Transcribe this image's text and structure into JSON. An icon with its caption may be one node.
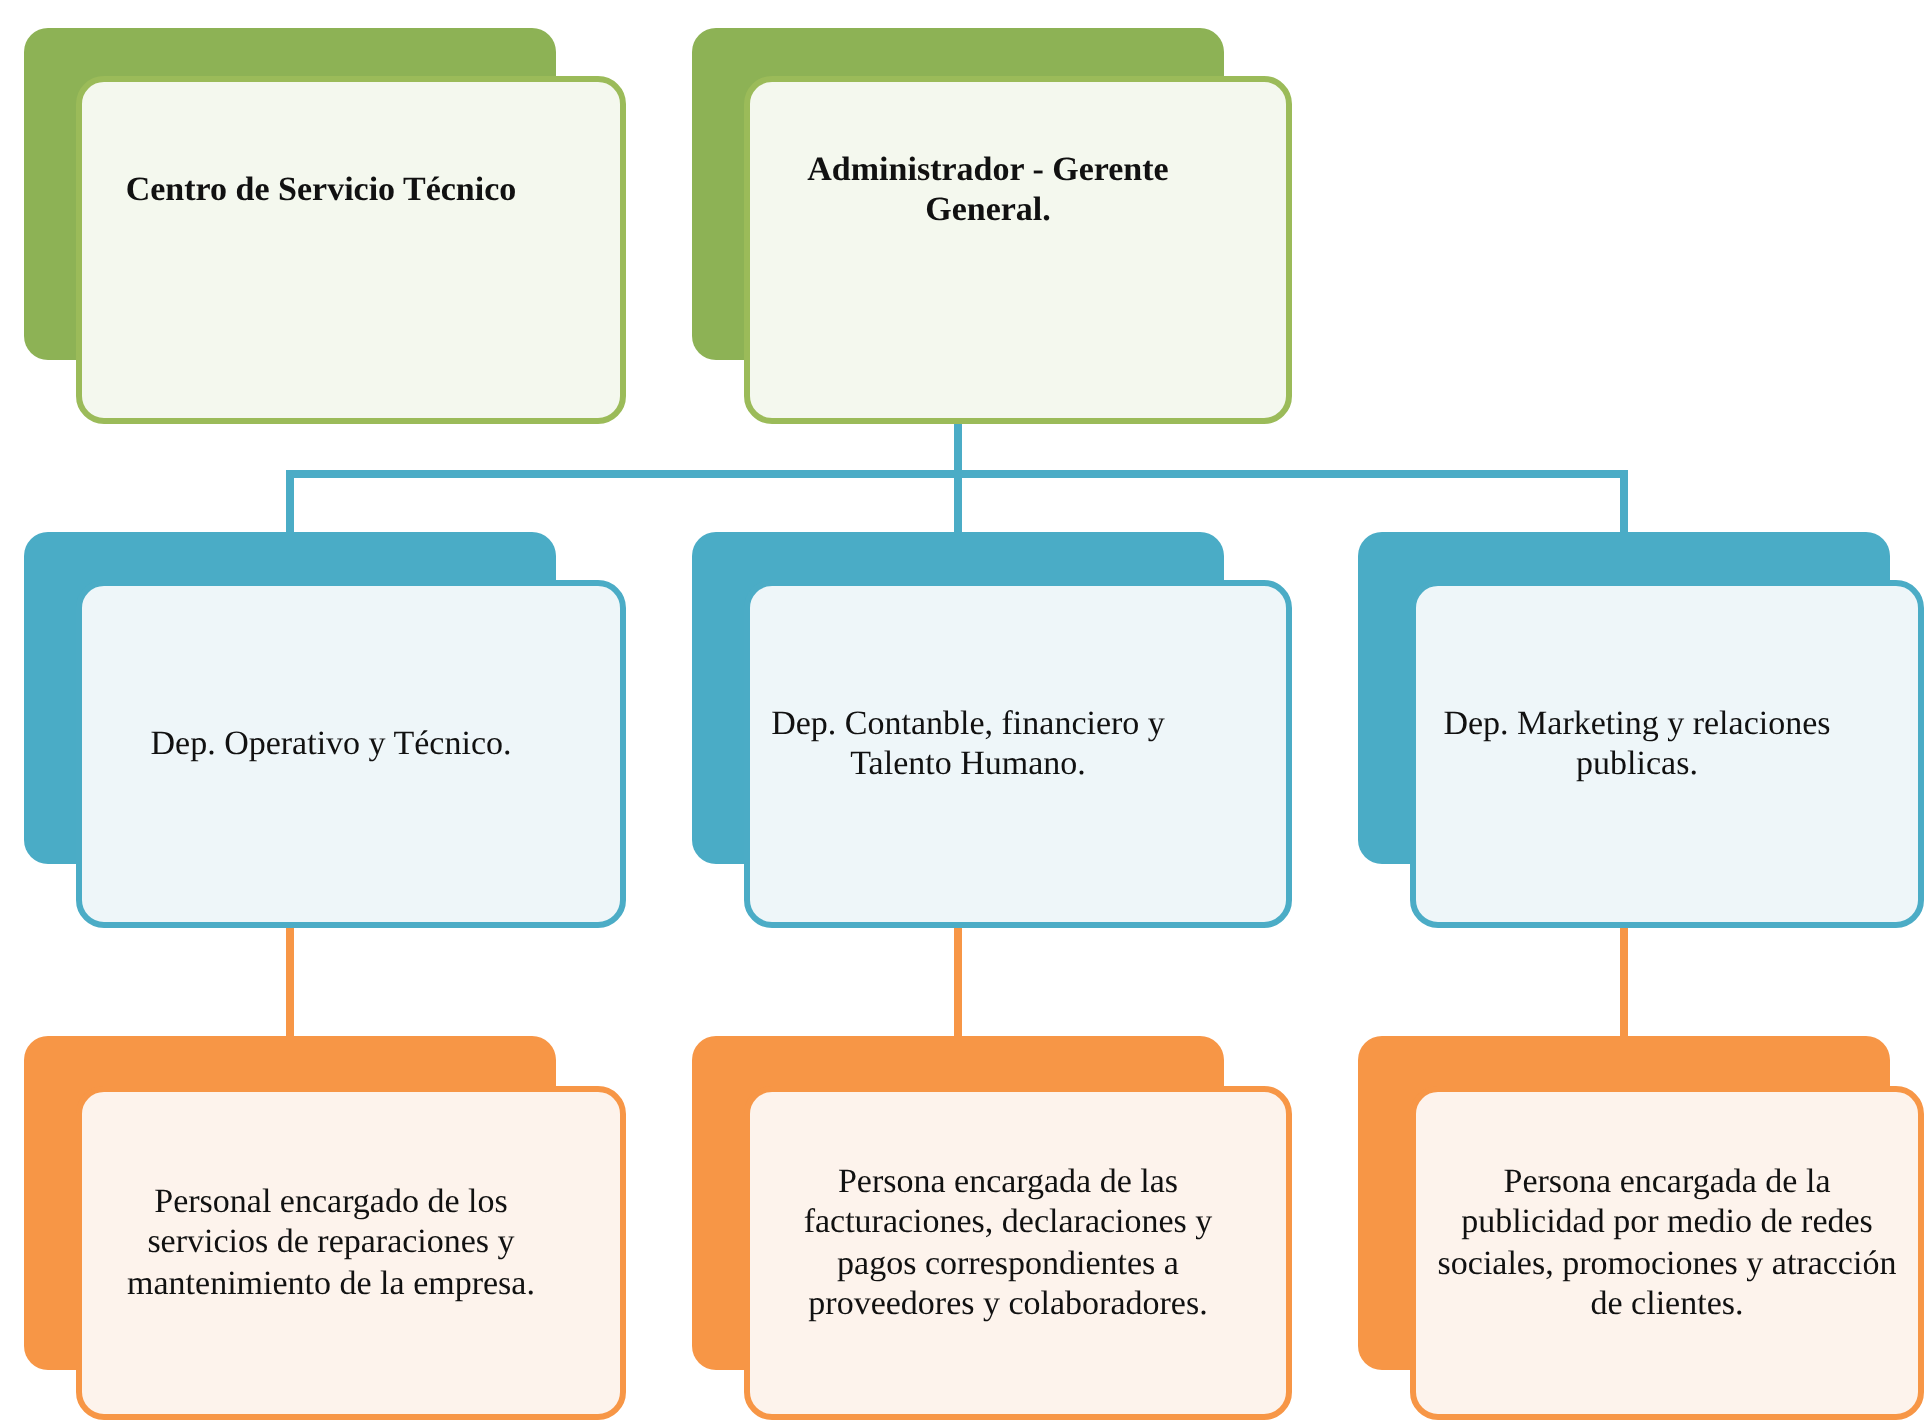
{
  "diagram": {
    "nodes": [
      {
        "text": [
          "Centro de Servicio Técnico"
        ]
      },
      {
        "text": [
          "Administrador - Gerente General."
        ]
      },
      {
        "text": [
          "Dep. Operativo y Técnico."
        ]
      },
      {
        "text": [
          "Dep. Contanble, financiero y Talento Humano."
        ]
      },
      {
        "text": [
          "Dep. Marketing y relaciones publicas."
        ]
      },
      {
        "text": [
          "Personal encargado de los servicios de reparaciones y mantenimiento de la empresa."
        ]
      },
      {
        "text": [
          "Persona encargada de las facturaciones, declaraciones y pagos correspondientes a proveedores y colaboradores."
        ]
      },
      {
        "text": [
          "Persona encargada de la publicidad por medio de redes sociales, promociones y atracción de clientes."
        ]
      }
    ],
    "edges": [
      {
        "from": 1,
        "to": 2,
        "arrow": "none",
        "color": "#4bacc6"
      },
      {
        "from": 1,
        "to": 3,
        "arrow": "none",
        "color": "#4bacc6"
      },
      {
        "from": 1,
        "to": 4,
        "arrow": "none",
        "color": "#4bacc6"
      },
      {
        "from": 2,
        "to": 5,
        "arrow": "none",
        "color": "#f79646"
      },
      {
        "from": 3,
        "to": 6,
        "arrow": "none",
        "color": "#f79646"
      },
      {
        "from": 4,
        "to": 7,
        "arrow": "none",
        "color": "#f79646"
      }
    ]
  }
}
